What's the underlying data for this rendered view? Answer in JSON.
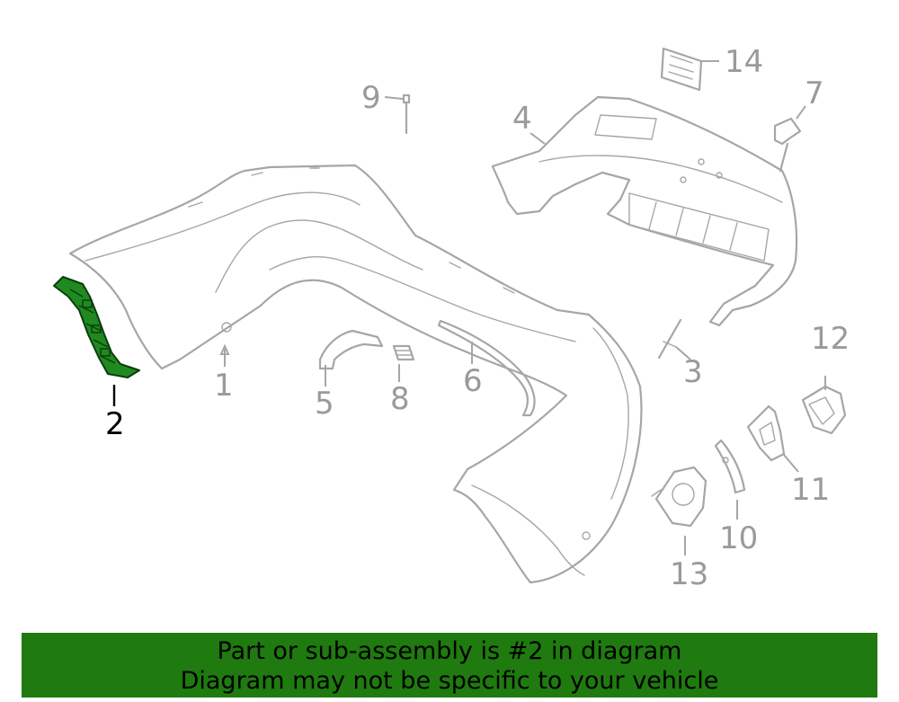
{
  "callouts": {
    "c1": "1",
    "c2": "2",
    "c3": "3",
    "c4": "4",
    "c5": "5",
    "c6": "6",
    "c7": "7",
    "c8": "8",
    "c9": "9",
    "c10": "10",
    "c11": "11",
    "c12": "12",
    "c13": "13",
    "c14": "14"
  },
  "highlighted_part": "2",
  "colors": {
    "highlight_fill": "#1f8a1f",
    "banner_background": "#1f7a0f",
    "line_gray": "#a6a6a6"
  },
  "banner": {
    "line1": "Part or sub-assembly is #2 in diagram",
    "line2": "Diagram may not be specific to your vehicle"
  }
}
